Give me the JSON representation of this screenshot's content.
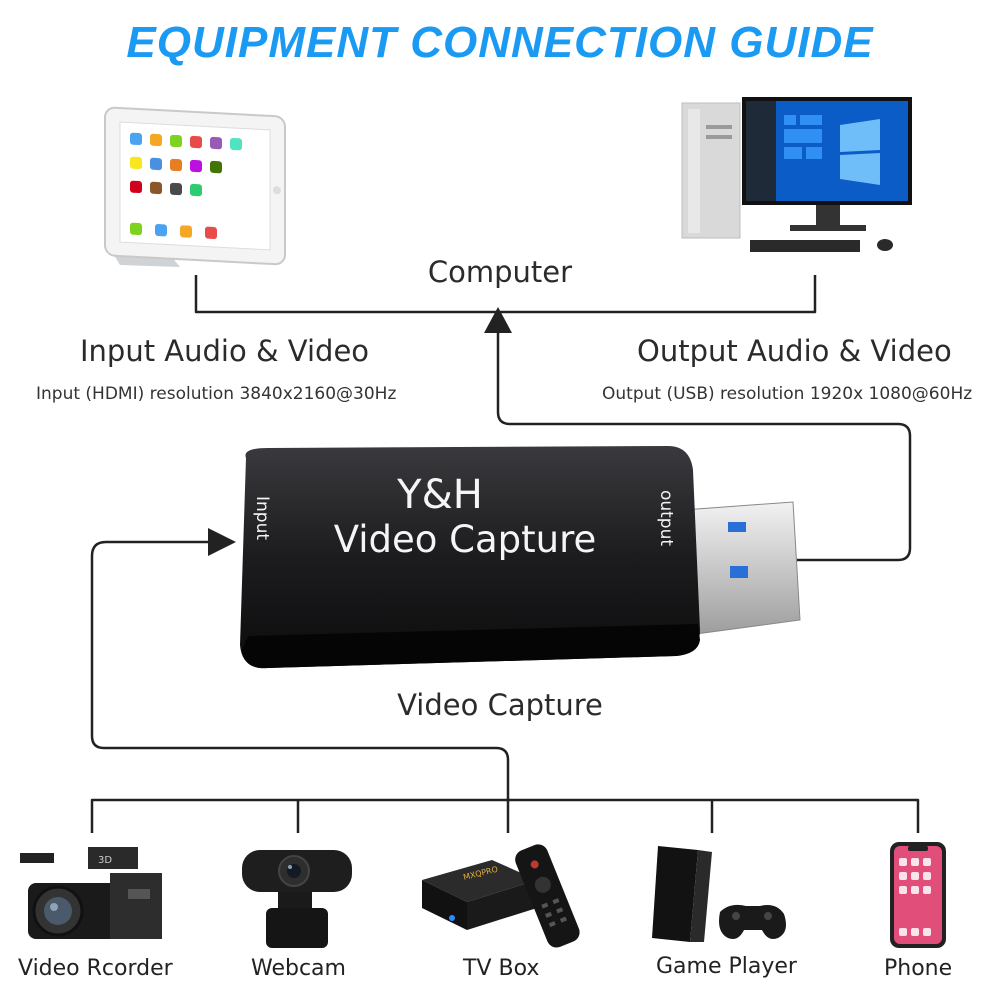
{
  "title": "EQUIPMENT CONNECTION GUIDE",
  "computer_label": "Computer",
  "input": {
    "heading": "Input Audio & Video",
    "detail": "Input (HDMI) resolution 3840x2160@30Hz"
  },
  "output": {
    "heading": "Output Audio & Video",
    "detail": "Output (USB) resolution 1920x 1080@60Hz"
  },
  "capture_device": {
    "brand": "Y&H",
    "name": "Video Capture",
    "port_in": "Input",
    "port_out": "output",
    "label": "Video Capture"
  },
  "tv_box_brand": "MXQPRO",
  "devices": [
    {
      "label": "Video Rcorder"
    },
    {
      "label": "Webcam"
    },
    {
      "label": "TV Box"
    },
    {
      "label": "Game Player"
    },
    {
      "label": "Phone"
    }
  ],
  "colors": {
    "title": "#1a9af2",
    "wire": "#222222",
    "capture_body": "#1c1c1e",
    "usb_blue": "#2a6fd6"
  }
}
